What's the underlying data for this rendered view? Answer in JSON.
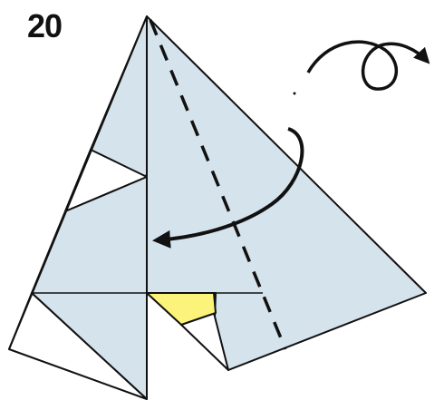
{
  "step": {
    "number": "20"
  },
  "colors": {
    "paper_back": "#d5e3ec",
    "paper_front": "#ffffff",
    "accent_flap": "#fbf37a",
    "line": "#111111"
  },
  "icons": {
    "turn_over": "turn-over-loop-arrow",
    "fold_direction": "curved-fold-arrow",
    "valley_fold": "dashed-valley-fold-line"
  }
}
